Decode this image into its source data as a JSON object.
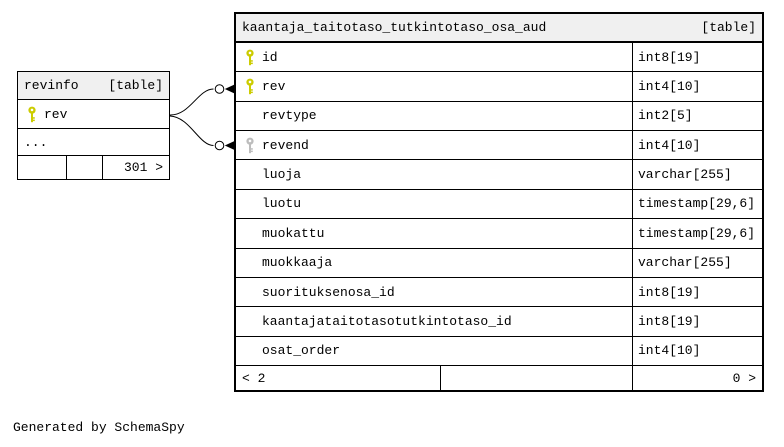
{
  "page": {
    "caption": "Generated by SchemaSpy"
  },
  "colors": {
    "primary_key": "#cccc00",
    "secondary_key": "#bdbdbd",
    "header_bg": "#f0f0f0",
    "border": "#000000"
  },
  "revinfo_table": {
    "title": "revinfo",
    "badge": "[table]",
    "columns": [
      {
        "name": "rev",
        "key": "primary"
      }
    ],
    "ellipsis": "...",
    "footer": {
      "left": "",
      "middle": "",
      "right": "301 >"
    }
  },
  "main_table": {
    "title": "kaantaja_taitotaso_tutkintotaso_osa_aud",
    "badge": "[table]",
    "columns": [
      {
        "name": "id",
        "type": "int8[19]",
        "key": "primary"
      },
      {
        "name": "rev",
        "type": "int4[10]",
        "key": "primary"
      },
      {
        "name": "revtype",
        "type": "int2[5]",
        "key": "none"
      },
      {
        "name": "revend",
        "type": "int4[10]",
        "key": "secondary"
      },
      {
        "name": "luoja",
        "type": "varchar[255]",
        "key": "none"
      },
      {
        "name": "luotu",
        "type": "timestamp[29,6]",
        "key": "none"
      },
      {
        "name": "muokattu",
        "type": "timestamp[29,6]",
        "key": "none"
      },
      {
        "name": "muokkaaja",
        "type": "varchar[255]",
        "key": "none"
      },
      {
        "name": "suorituksenosa_id",
        "type": "int8[19]",
        "key": "none"
      },
      {
        "name": "kaantajataitotasotutkintotaso_id",
        "type": "int8[19]",
        "key": "none"
      },
      {
        "name": "osat_order",
        "type": "int4[10]",
        "key": "none"
      }
    ],
    "footer": {
      "left": "< 2",
      "middle": "",
      "right": "0 >"
    }
  }
}
